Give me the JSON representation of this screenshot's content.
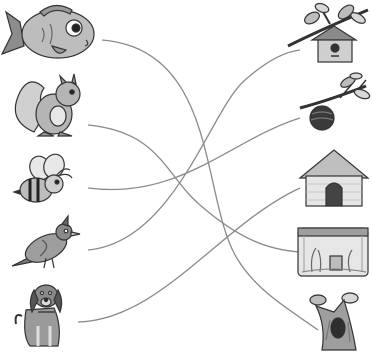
{
  "animals": [
    {
      "name": "fish"
    },
    {
      "name": "squirrel"
    },
    {
      "name": "bee"
    },
    {
      "name": "bird"
    },
    {
      "name": "dog"
    }
  ],
  "homes": [
    {
      "name": "birdhouse-in-tree"
    },
    {
      "name": "beehive"
    },
    {
      "name": "doghouse"
    },
    {
      "name": "aquarium"
    },
    {
      "name": "tree-hollow"
    }
  ],
  "connections": [
    {
      "from": "fish",
      "to": "tree-hollow"
    },
    {
      "from": "squirrel",
      "to": "aquarium"
    },
    {
      "from": "bee",
      "to": "beehive"
    },
    {
      "from": "bird",
      "to": "birdhouse-in-tree"
    },
    {
      "from": "dog",
      "to": "doghouse"
    }
  ],
  "colors": {
    "line": "#8a8a8a",
    "ink": "#333333",
    "light": "#d9d9d9",
    "mid": "#a6a6a6"
  }
}
